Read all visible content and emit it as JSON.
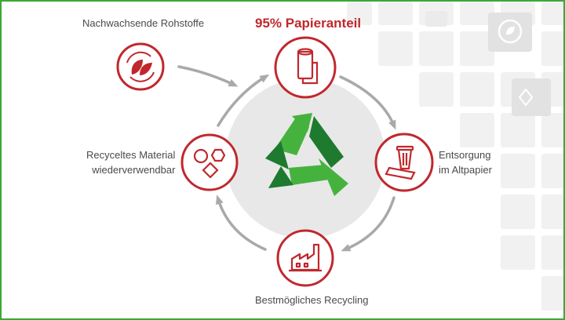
{
  "title": "95% Papieranteil",
  "steps": {
    "raw": "Nachwachsende Rohstoffe",
    "recycled": {
      "line1": "Recyceltes Material",
      "line2": "wiederverwendbar"
    },
    "disposal": {
      "line1": "Entsorgung",
      "line2": "im Altpapier"
    },
    "recycling": "Bestmögliches Recycling"
  },
  "icons": {
    "raw": "leaves-cycle-icon",
    "paper": "paper-roll-icon",
    "disposal": "trash-can-icon",
    "recycling": "factory-icon",
    "recycled": "shapes-icon",
    "center": "recycle-icon"
  },
  "colors": {
    "accent_red": "#c0282d",
    "arrow_gray": "#a9a9a9",
    "center_gray": "#e8e8e8",
    "green_light": "#46b23e",
    "green_dark": "#1e7a2e",
    "frame_green": "#3aa935"
  }
}
